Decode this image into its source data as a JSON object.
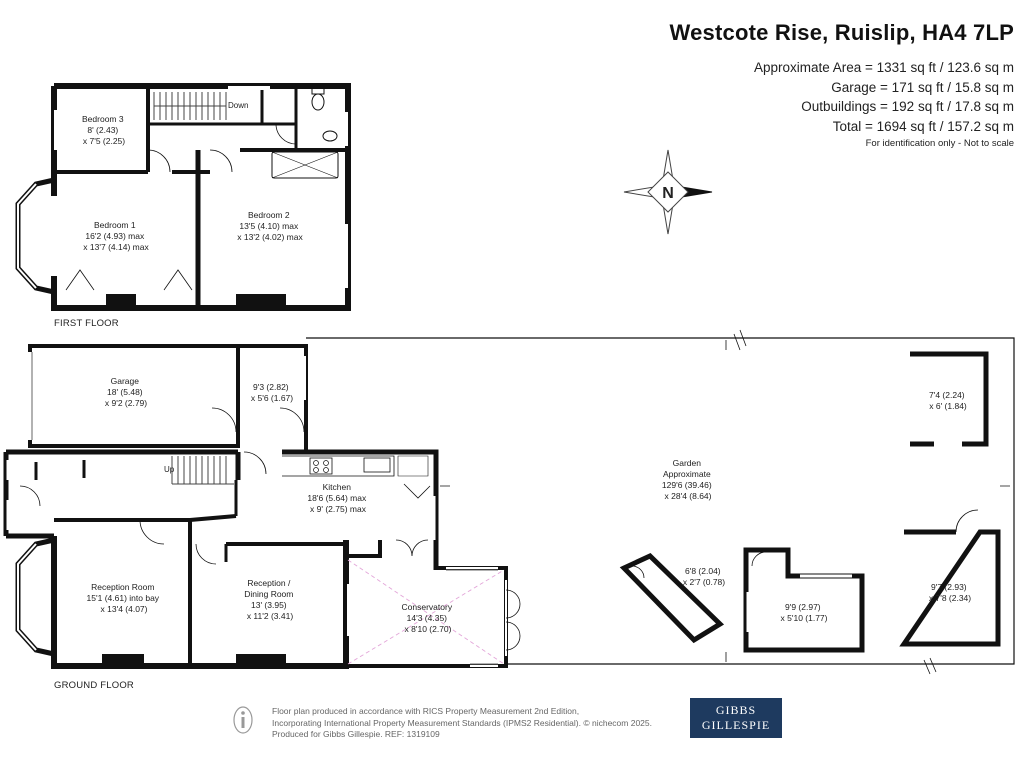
{
  "header": {
    "title": "Westcote Rise, Ruislip, HA4 7LP",
    "area_lines": [
      "Approximate Area = 1331 sq ft / 123.6 sq m",
      "Garage = 171 sq ft / 15.8 sq m",
      "Outbuildings = 192 sq ft / 17.8 sq m",
      "Total = 1694 sq ft / 157.2 sq m"
    ],
    "note": "For identification only - Not to scale"
  },
  "compass": {
    "label": "N"
  },
  "floors": {
    "first": "FIRST FLOOR",
    "ground": "GROUND FLOOR"
  },
  "stairs": {
    "down": "Down",
    "up": "Up"
  },
  "rooms": {
    "bedroom3": [
      "Bedroom 3",
      "8' (2.43)",
      "x 7'5 (2.25)"
    ],
    "bedroom1": [
      "Bedroom 1",
      "16'2 (4.93) max",
      "x 13'7 (4.14) max"
    ],
    "bedroom2": [
      "Bedroom 2",
      "13'5 (4.10) max",
      "x 13'2 (4.02) max"
    ],
    "garage": [
      "Garage",
      "18' (5.48)",
      "x 9'2 (2.79)"
    ],
    "store": [
      "9'3 (2.82)",
      "x 5'6 (1.67)"
    ],
    "kitchen": [
      "Kitchen",
      "18'6 (5.64) max",
      "x 9' (2.75) max"
    ],
    "reception": [
      "Reception Room",
      "15'1 (4.61) into bay",
      "x 13'4 (4.07)"
    ],
    "dining": [
      "Reception /",
      "Dining Room",
      "13' (3.95)",
      "x 11'2 (3.41)"
    ],
    "conservatory": [
      "Conservatory",
      "14'3 (4.35)",
      "x 8'10 (2.70)"
    ],
    "garden": [
      "Garden",
      "Approximate",
      "129'6 (39.46)",
      "x 28'4 (8.64)"
    ],
    "shed1": [
      "7'4 (2.24)",
      "x 6' (1.84)"
    ],
    "ramp": [
      "6'8 (2.04)",
      "x 2'7 (0.78)"
    ],
    "shed2": [
      "9'9 (2.97)",
      "x 5'10 (1.77)"
    ],
    "shed3": [
      "9'7 (2.93)",
      "x 7'8 (2.34)"
    ]
  },
  "footer": {
    "lines": [
      "Floor plan produced in accordance with RICS Property Measurement 2nd Edition,",
      "Incorporating International Property Measurement Standards (IPMS2 Residential).  © nichecom 2025.",
      "Produced for Gibbs Gillespie.   REF:  1319109"
    ],
    "logo_line1": "GIBBS",
    "logo_line2": "GILLESPIE"
  },
  "colors": {
    "wall": "#111111",
    "line": "#555555",
    "conservatory_diag": "#e3a6d9",
    "logo_bg": "#1e3a5f"
  }
}
